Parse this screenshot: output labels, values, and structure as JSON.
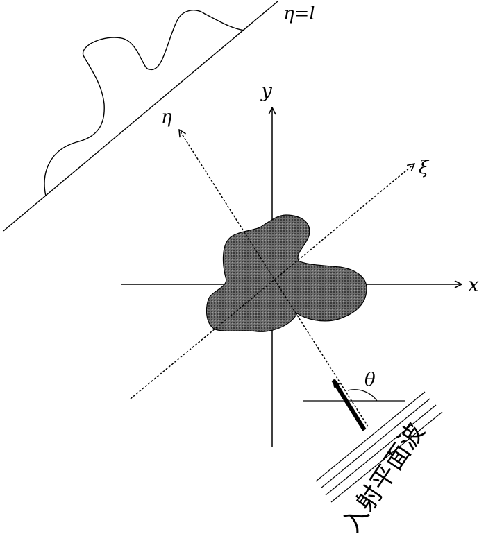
{
  "labels": {
    "projection_line": "η=l",
    "y_axis": "y",
    "x_axis": "x",
    "eta_axis": "η",
    "xi_axis": "ξ",
    "angle": "θ",
    "incident_wave": "入射平面波"
  }
}
